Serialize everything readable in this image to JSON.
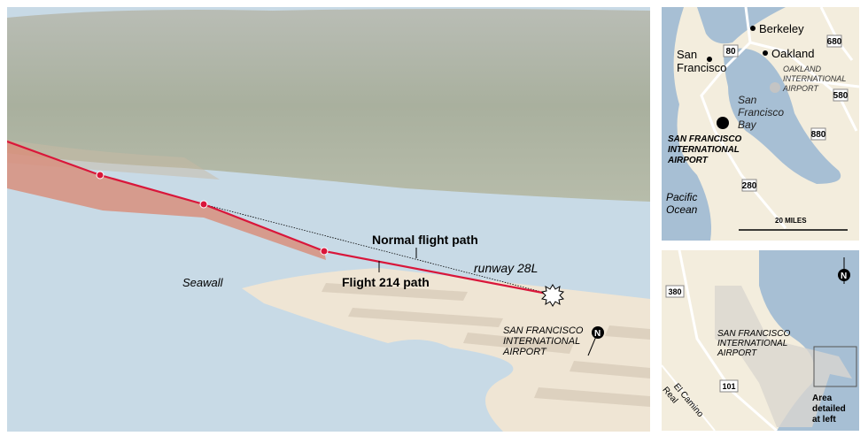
{
  "main_map": {
    "normal_path_label": "Normal flight path",
    "flight_path_label": "Flight 214 path",
    "runway_label": "runway 28L",
    "seawall_label": "Seawall",
    "airport_label": [
      "SAN FRANCISCO",
      "INTERNATIONAL",
      "AIRPORT"
    ],
    "north_label": "N",
    "colors": {
      "flight_path": "#d9163a",
      "water": "#c8dae6",
      "land": "#efe5d4",
      "shadow": "#d88f7c"
    }
  },
  "region_map": {
    "cities": [
      "Berkeley",
      "Oakland",
      "San",
      "Francisco"
    ],
    "highways": [
      "80",
      "680",
      "580",
      "880",
      "280"
    ],
    "oakland_airport": [
      "OAKLAND",
      "INTERNATIONAL",
      "AIRPORT"
    ],
    "bay_label": [
      "San",
      "Francisco",
      "Bay"
    ],
    "sfo_label": [
      "SAN FRANCISCO",
      "INTERNATIONAL",
      "AIRPORT"
    ],
    "ocean_label": [
      "Pacific",
      "Ocean"
    ],
    "scale_label": "20 MILES"
  },
  "airport_map": {
    "highways": [
      "380",
      "101"
    ],
    "road_label": [
      "El Camino",
      "Real"
    ],
    "airport_label": [
      "SAN FRANCISCO",
      "INTERNATIONAL",
      "AIRPORT"
    ],
    "detail_label": [
      "Area",
      "detailed",
      "at left"
    ],
    "north_label": "N"
  }
}
